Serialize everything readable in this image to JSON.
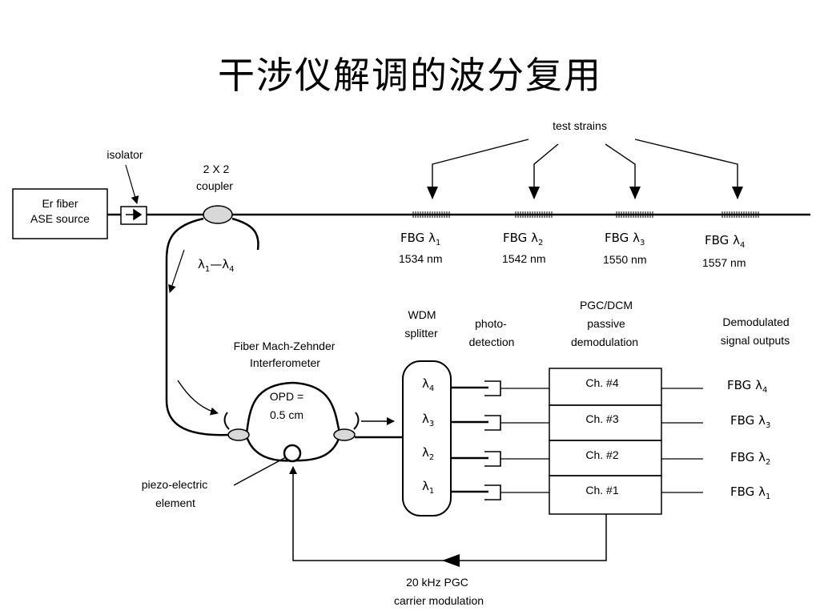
{
  "title": "干涉仪解调的波分复用",
  "source": {
    "line1": "Er fiber",
    "line2": "ASE source"
  },
  "isolator": "isolator",
  "coupler": {
    "line1": "2 X 2",
    "line2": "coupler"
  },
  "test_strains": "test strains",
  "range": {
    "a": "λ",
    "a_sub": "1",
    "dash": "—",
    "b": "λ",
    "b_sub": "4"
  },
  "fbgs": [
    {
      "name": "FBG",
      "lambda": "λ",
      "sub": "1",
      "wavelength": "1534 nm"
    },
    {
      "name": "FBG",
      "lambda": "λ",
      "sub": "2",
      "wavelength": "1542 nm"
    },
    {
      "name": "FBG",
      "lambda": "λ",
      "sub": "3",
      "wavelength": "1550 nm"
    },
    {
      "name": "FBG",
      "lambda": "λ",
      "sub": "4",
      "wavelength": "1557 nm"
    }
  ],
  "interferometer": {
    "line1": "Fiber Mach-Zehnder",
    "line2": "Interferometer"
  },
  "opd": {
    "line1": "OPD =",
    "line2": "0.5 cm"
  },
  "piezo": {
    "line1": "piezo-electric",
    "line2": "element"
  },
  "wdm": {
    "line1": "WDM",
    "line2": "splitter",
    "lambdas": [
      "λ",
      "λ",
      "λ",
      "λ"
    ],
    "subs": [
      "4",
      "3",
      "2",
      "1"
    ]
  },
  "photo": {
    "line1": "photo-",
    "line2": "detection"
  },
  "pgc": {
    "line1": "PGC/DCM",
    "line2": "passive",
    "line3": "demodulation"
  },
  "channels": [
    "Ch. #4",
    "Ch. #3",
    "Ch. #2",
    "Ch. #1"
  ],
  "outputs_header": {
    "line1": "Demodulated",
    "line2": "signal outputs"
  },
  "outputs": [
    {
      "name": "FBG",
      "lambda": "λ",
      "sub": "4"
    },
    {
      "name": "FBG",
      "lambda": "λ",
      "sub": "3"
    },
    {
      "name": "FBG",
      "lambda": "λ",
      "sub": "2"
    },
    {
      "name": "FBG",
      "lambda": "λ",
      "sub": "1"
    }
  ],
  "carrier": {
    "line1": "20 kHz PGC",
    "line2": "carrier modulation"
  }
}
